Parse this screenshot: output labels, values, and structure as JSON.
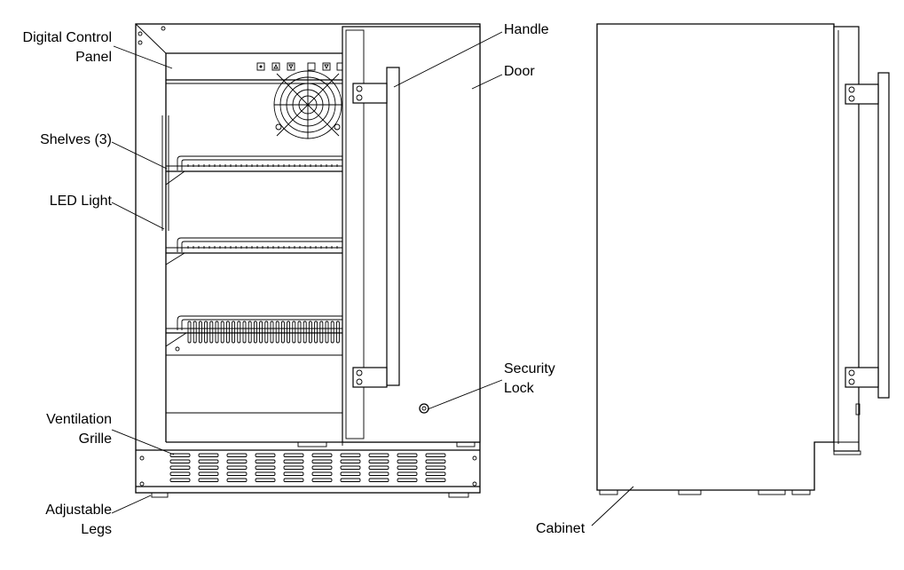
{
  "labels": {
    "digital_control_panel_1": "Digital Control",
    "digital_control_panel_2": "Panel",
    "shelves": "Shelves (3)",
    "led_light": "LED Light",
    "ventilation_grille_1": "Ventilation",
    "ventilation_grille_2": "Grille",
    "adjustable_legs_1": "Adjustable",
    "adjustable_legs_2": "Legs",
    "handle": "Handle",
    "door": "Door",
    "security_lock_1": "Security",
    "security_lock_2": "Lock",
    "cabinet": "Cabinet"
  },
  "colors": {
    "line": "#000000",
    "background": "#ffffff"
  },
  "icons": [
    "fan-icon",
    "control-button-icon"
  ]
}
